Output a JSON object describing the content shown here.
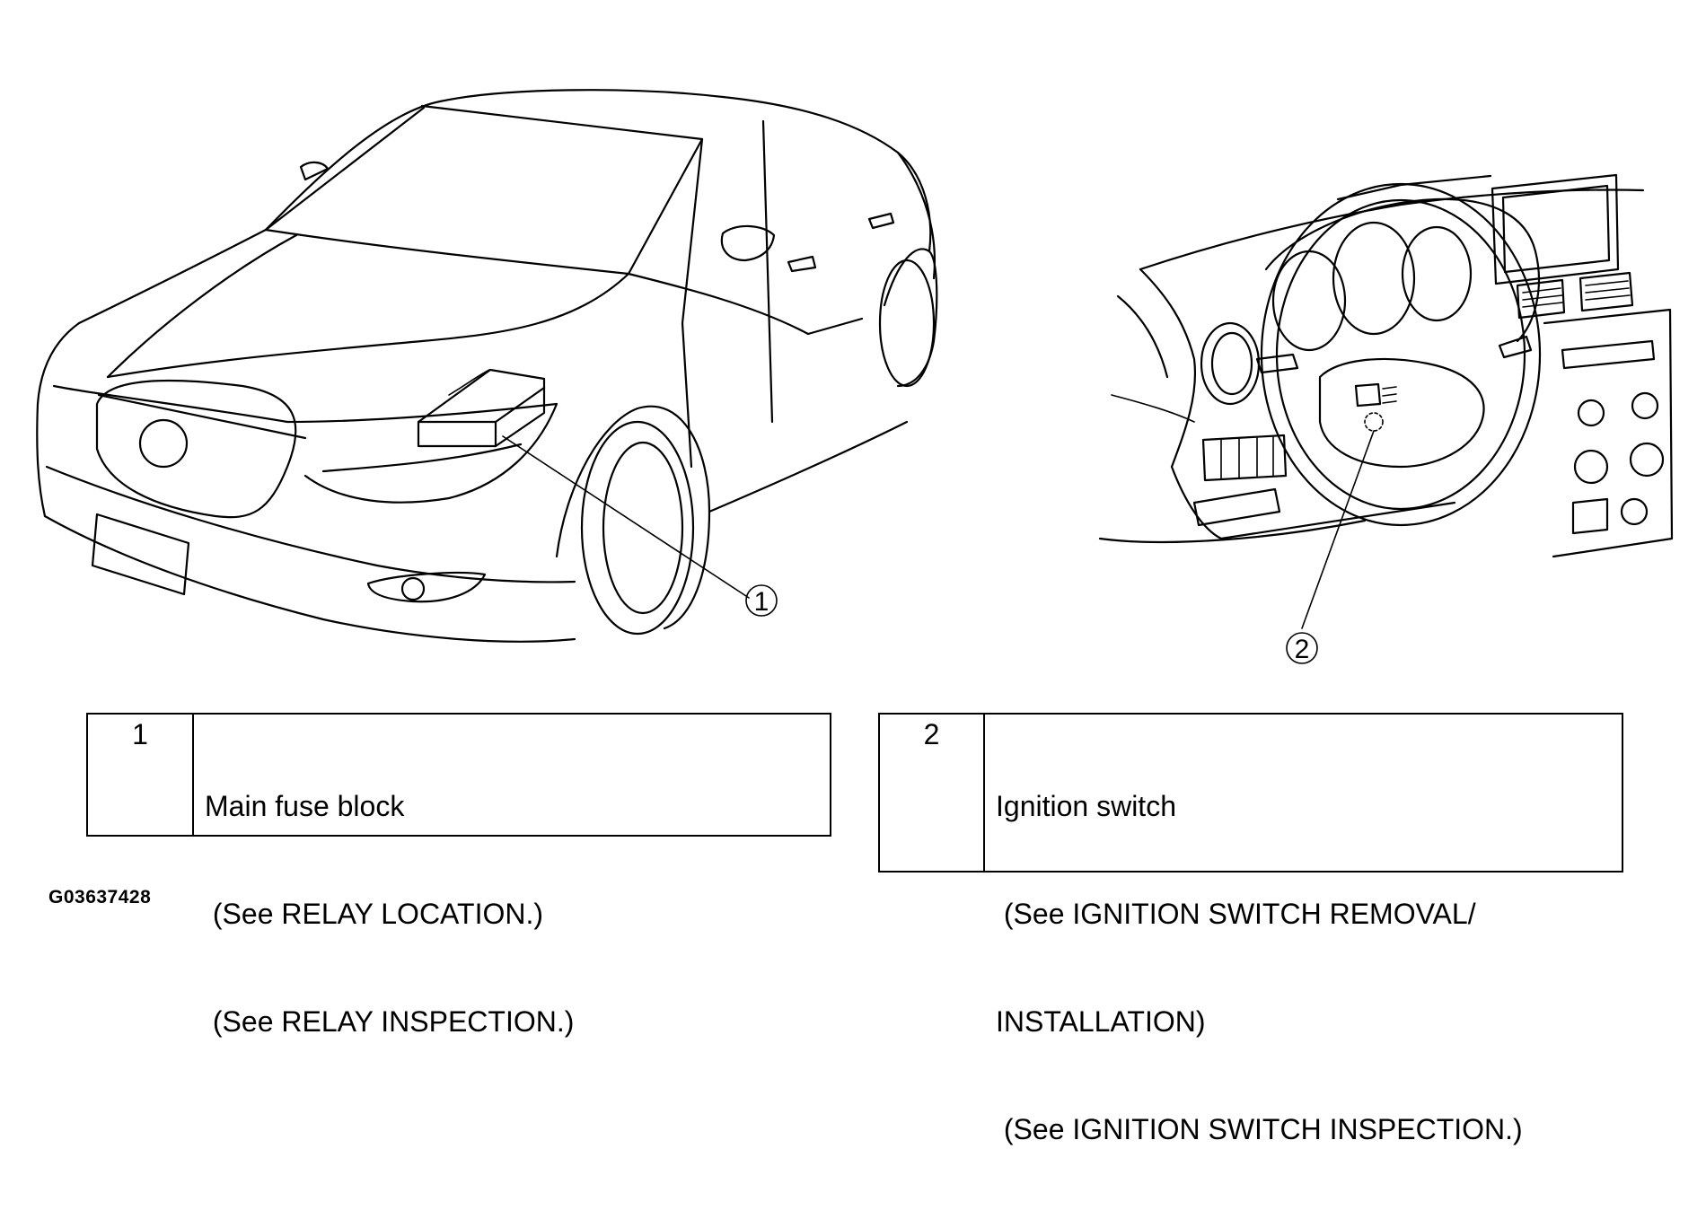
{
  "callouts": {
    "main_fuse_block": "1",
    "ignition_switch": "2"
  },
  "legend": [
    {
      "number": "1",
      "lines": [
        "Main fuse block",
        " (See RELAY LOCATION.)",
        " (See RELAY INSPECTION.)"
      ]
    },
    {
      "number": "2",
      "lines": [
        "Ignition switch",
        " (See IGNITION SWITCH REMOVAL/",
        "INSTALLATION)",
        " (See IGNITION SWITCH INSPECTION.)"
      ]
    }
  ],
  "figure_code": "G03637428"
}
